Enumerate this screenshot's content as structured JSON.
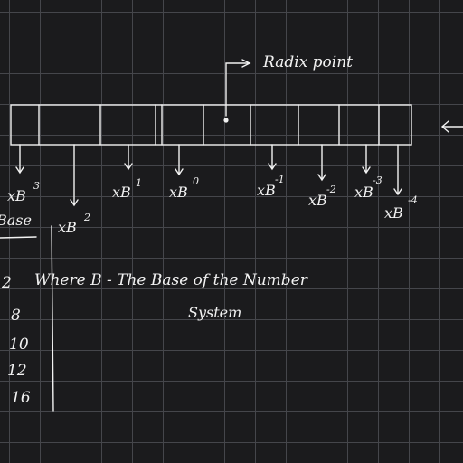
{
  "diagram": {
    "radix_label": "Radix point",
    "weights": [
      {
        "base": "xB",
        "exp": "3"
      },
      {
        "base": "xB",
        "exp": "2"
      },
      {
        "base": "xB",
        "exp": "1"
      },
      {
        "base": "xB",
        "exp": "0"
      },
      {
        "base": "xB",
        "exp": "-1"
      },
      {
        "base": "xB",
        "exp": "-2"
      },
      {
        "base": "xB",
        "exp": "-3"
      },
      {
        "base": "xB",
        "exp": "-4"
      }
    ],
    "base_header": "Base",
    "bases": [
      "2",
      "8",
      "10",
      "12",
      "16"
    ],
    "note_line1": "Where B - The Base of the Number",
    "note_line2": "System",
    "colors": {
      "ink": "#f2f2f2",
      "grid": "#45464b",
      "background": "#1b1b1d"
    }
  }
}
